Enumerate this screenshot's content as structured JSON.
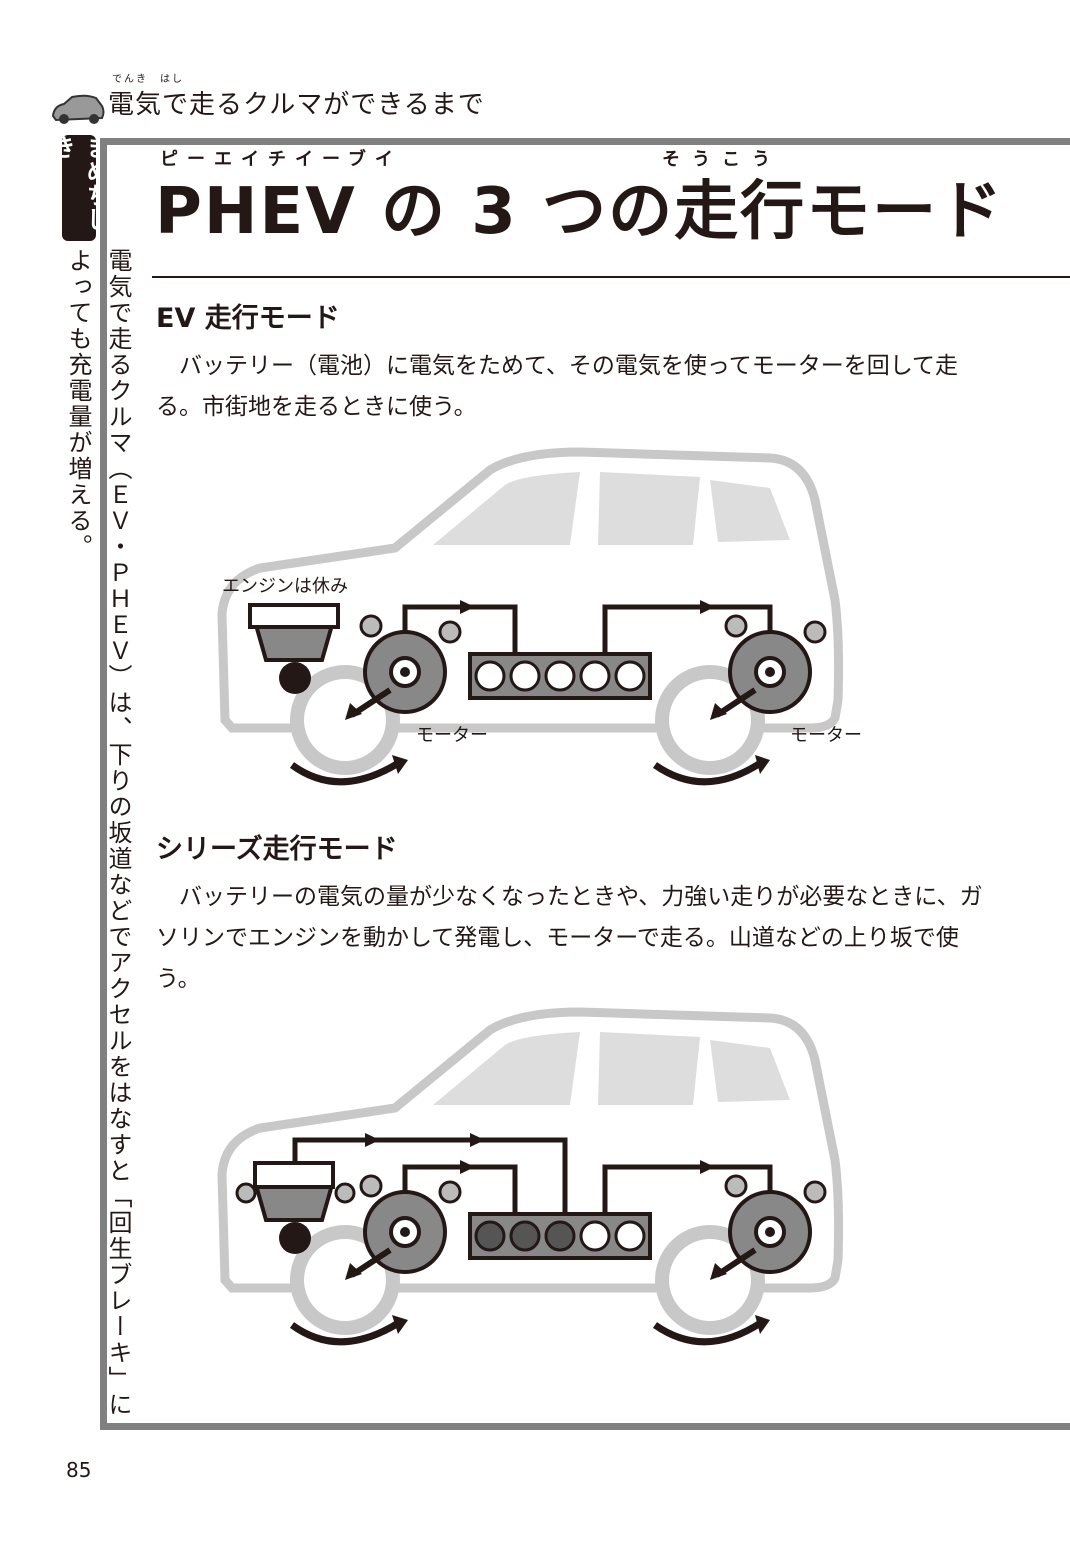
{
  "header": {
    "title": "電気で走るクルマができるまで",
    "ruby": "でんき　はし"
  },
  "side_tab": "まめちしき",
  "side_text": "電気で走るクルマ（ＥＶ・ＰＨＥＶ）は、下りの坂道などでアクセルをはなすと「回生ブレーキ」によっても充電量が増える。",
  "title": {
    "text": "PHEV の 3 つの走行モード",
    "ruby_phev": "ピーエイチイーブイ",
    "ruby_soukou": "そうこう"
  },
  "sections": [
    {
      "heading": "EV 走行モード",
      "body": "　バッテリー（電池）に電気をためて、その電気を使ってモーターを回して走る。市街地を走るときに使う。",
      "labels": {
        "engine": "エンジンは休み",
        "motor_front": "モーター",
        "motor_rear": "モーター"
      }
    },
    {
      "heading": "シリーズ走行モード",
      "body": "　バッテリーの電気の量が少なくなったときや、力強い走りが必要なときに、ガソリンでエンジンを動かして発電し、モーターで走る。山道などの上り坂で使う。"
    }
  ],
  "page_number": "85",
  "colors": {
    "frame": "#808080",
    "text": "#231815",
    "car_outline": "#c8c8c8"
  }
}
